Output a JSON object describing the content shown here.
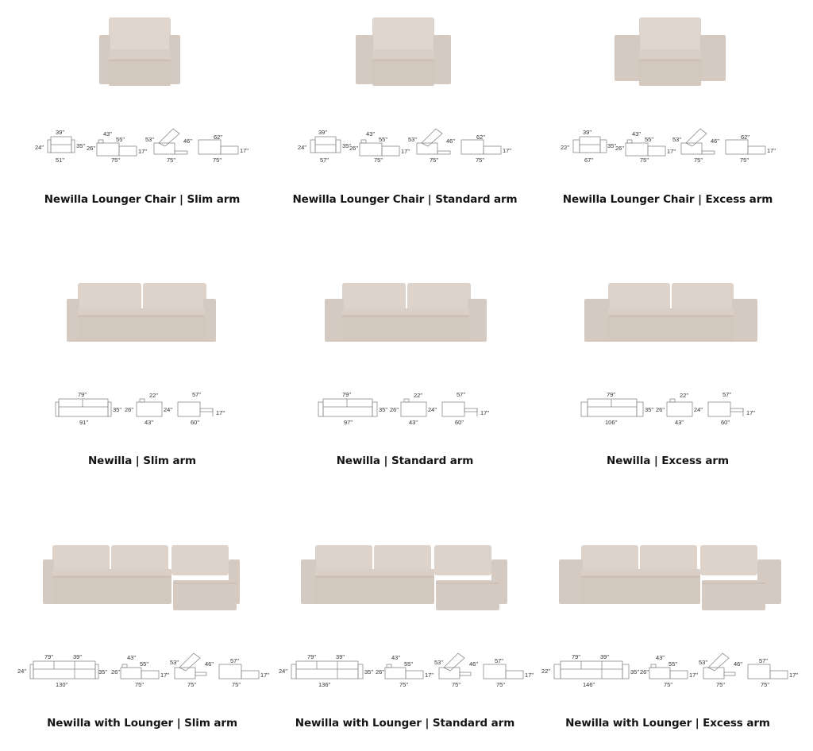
{
  "colors": {
    "upholstery": "#d8cdc4",
    "upholstery_shadow": "#c6b9ae",
    "upholstery_light": "#e2d9d1",
    "diagram_line": "#8a8a8a",
    "title_text": "#151515"
  },
  "products": [
    {
      "title": "Newilla Lounger Chair | Slim arm",
      "type": "lounger-chair",
      "arm": "slim",
      "dimensions": {
        "top_width": "39\"",
        "seat_height": "24\"",
        "back_height": "35\"",
        "overall_width": "51\"",
        "side_back": "26\"",
        "side_top": "43\"",
        "side_seat_ext": "55\"",
        "side_leg": "17\"",
        "side_depth": "75\"",
        "recline_top": "53\"",
        "recline_angle": "46\"",
        "recline_depth": "75\"",
        "bed_top": "62\"",
        "bed_leg": "17\"",
        "bed_depth": "75\""
      }
    },
    {
      "title": "Newilla Lounger Chair | Standard arm",
      "type": "lounger-chair",
      "arm": "standard",
      "dimensions": {
        "top_width": "39\"",
        "seat_height": "24\"",
        "back_height": "35\"",
        "overall_width": "57\"",
        "side_back": "26\"",
        "side_top": "43\"",
        "side_seat_ext": "55\"",
        "side_leg": "17\"",
        "side_depth": "75\"",
        "recline_top": "53\"",
        "recline_angle": "46\"",
        "recline_depth": "75\"",
        "bed_top": "62\"",
        "bed_leg": "17\"",
        "bed_depth": "75\""
      }
    },
    {
      "title": "Newilla Lounger Chair | Excess arm",
      "type": "lounger-chair",
      "arm": "excess",
      "dimensions": {
        "top_width": "39\"",
        "seat_height": "22\"",
        "back_height": "35\"",
        "overall_width": "67\"",
        "side_back": "26\"",
        "side_top": "43\"",
        "side_seat_ext": "55\"",
        "side_leg": "17\"",
        "side_depth": "75\"",
        "recline_top": "53\"",
        "recline_angle": "46\"",
        "recline_depth": "75\"",
        "bed_top": "62\"",
        "bed_leg": "17\"",
        "bed_depth": "75\""
      }
    },
    {
      "title": "Newilla | Slim arm",
      "type": "sofa",
      "arm": "slim",
      "dimensions": {
        "top_width": "79\"",
        "back_height": "35\"",
        "overall_width": "91\"",
        "side_back": "26\"",
        "side_top": "22\"",
        "side_height": "24\"",
        "side_depth": "43\"",
        "bed_top": "57\"",
        "bed_leg": "17\"",
        "bed_depth": "60\""
      }
    },
    {
      "title": "Newilla | Standard arm",
      "type": "sofa",
      "arm": "standard",
      "dimensions": {
        "top_width": "79\"",
        "back_height": "35\"",
        "overall_width": "97\"",
        "side_back": "26\"",
        "side_top": "22\"",
        "side_height": "24\"",
        "side_depth": "43\"",
        "bed_top": "57\"",
        "bed_leg": "17\"",
        "bed_depth": "60\""
      }
    },
    {
      "title": "Newilla | Excess arm",
      "type": "sofa",
      "arm": "excess",
      "dimensions": {
        "top_width": "79\"",
        "back_height": "35\"",
        "overall_width": "106\"",
        "side_back": "26\"",
        "side_top": "22\"",
        "side_height": "24\"",
        "side_depth": "43\"",
        "bed_top": "57\"",
        "bed_leg": "17\"",
        "bed_depth": "60\""
      }
    },
    {
      "title": "Newilla with Lounger | Slim arm",
      "type": "sofa-lounger",
      "arm": "slim",
      "dimensions": {
        "top_width": "79\"",
        "top_width_2": "39\"",
        "seat_height": "24\"",
        "back_height": "35\"",
        "overall_width": "130\"",
        "side_back": "26\"",
        "side_top": "43\"",
        "side_seat_ext": "55\"",
        "side_leg": "17\"",
        "side_depth": "75\"",
        "recline_top": "53\"",
        "recline_angle": "46\"",
        "recline_depth": "75\"",
        "bed_top": "57\"",
        "bed_leg": "17\"",
        "bed_depth": "75\""
      }
    },
    {
      "title": "Newilla with Lounger | Standard arm",
      "type": "sofa-lounger",
      "arm": "standard",
      "dimensions": {
        "top_width": "79\"",
        "top_width_2": "39\"",
        "seat_height": "24\"",
        "back_height": "35\"",
        "overall_width": "136\"",
        "side_back": "26\"",
        "side_top": "43\"",
        "side_seat_ext": "55\"",
        "side_leg": "17\"",
        "side_depth": "75\"",
        "recline_top": "53\"",
        "recline_angle": "46\"",
        "recline_depth": "75\"",
        "bed_top": "57\"",
        "bed_leg": "17\"",
        "bed_depth": "75\""
      }
    },
    {
      "title": "Newilla with Lounger | Excess arm",
      "type": "sofa-lounger",
      "arm": "excess",
      "dimensions": {
        "top_width": "79\"",
        "top_width_2": "39\"",
        "seat_height": "22\"",
        "back_height": "35\"",
        "overall_width": "146\"",
        "side_back": "26\"",
        "side_top": "43\"",
        "side_seat_ext": "55\"",
        "side_leg": "17\"",
        "side_depth": "75\"",
        "recline_top": "53\"",
        "recline_angle": "46\"",
        "recline_depth": "75\"",
        "bed_top": "57\"",
        "bed_leg": "17\"",
        "bed_depth": "75\""
      }
    }
  ]
}
